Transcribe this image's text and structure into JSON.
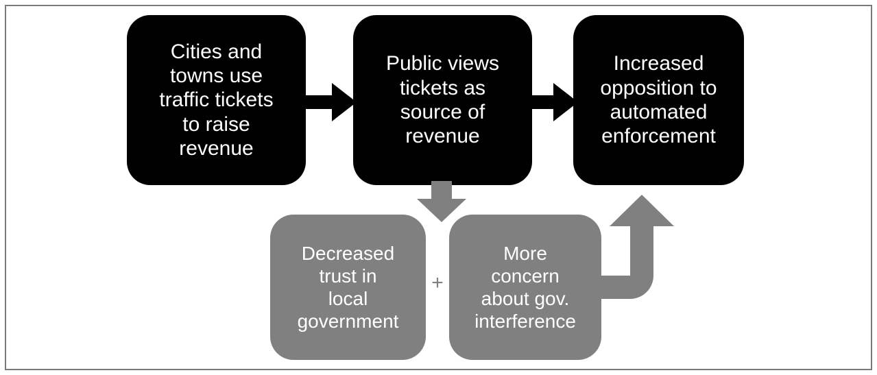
{
  "diagram": {
    "title": "Traffic ticket revenue and automated enforcement opposition flowchart",
    "background_color": "#ffffff",
    "border_color": "#7a7a7a",
    "primary_node_color": "#000000",
    "secondary_node_color": "#808080",
    "node_text_color": "#ffffff",
    "nodes": [
      {
        "id": "cities",
        "text": "Cities and\ntowns use\ntraffic tickets\nto raise\nrevenue",
        "style": "black"
      },
      {
        "id": "public",
        "text": "Public views\ntickets as\nsource of\nrevenue",
        "style": "black"
      },
      {
        "id": "increased",
        "text": "Increased\nopposition to\nautomated\nenforcement",
        "style": "black"
      },
      {
        "id": "trust",
        "text": "Decreased\ntrust in\nlocal\ngovernment",
        "style": "gray"
      },
      {
        "id": "concern",
        "text": "More\nconcern\nabout gov.\ninterference",
        "style": "gray"
      }
    ],
    "connectors": [
      {
        "id": "cities-to-public",
        "from": "cities",
        "to": "public",
        "direction": "right",
        "color": "#000000"
      },
      {
        "id": "public-to-increased",
        "from": "public",
        "to": "increased",
        "direction": "right",
        "color": "#000000"
      },
      {
        "id": "public-to-bottom",
        "from": "public",
        "to": "trust-and-concern",
        "direction": "down",
        "color": "#808080"
      },
      {
        "id": "concern-to-increased",
        "from": "concern",
        "to": "increased",
        "direction": "elbow-up",
        "color": "#808080"
      }
    ],
    "operator": {
      "id": "plus",
      "symbol": "+",
      "color": "#808080"
    }
  }
}
